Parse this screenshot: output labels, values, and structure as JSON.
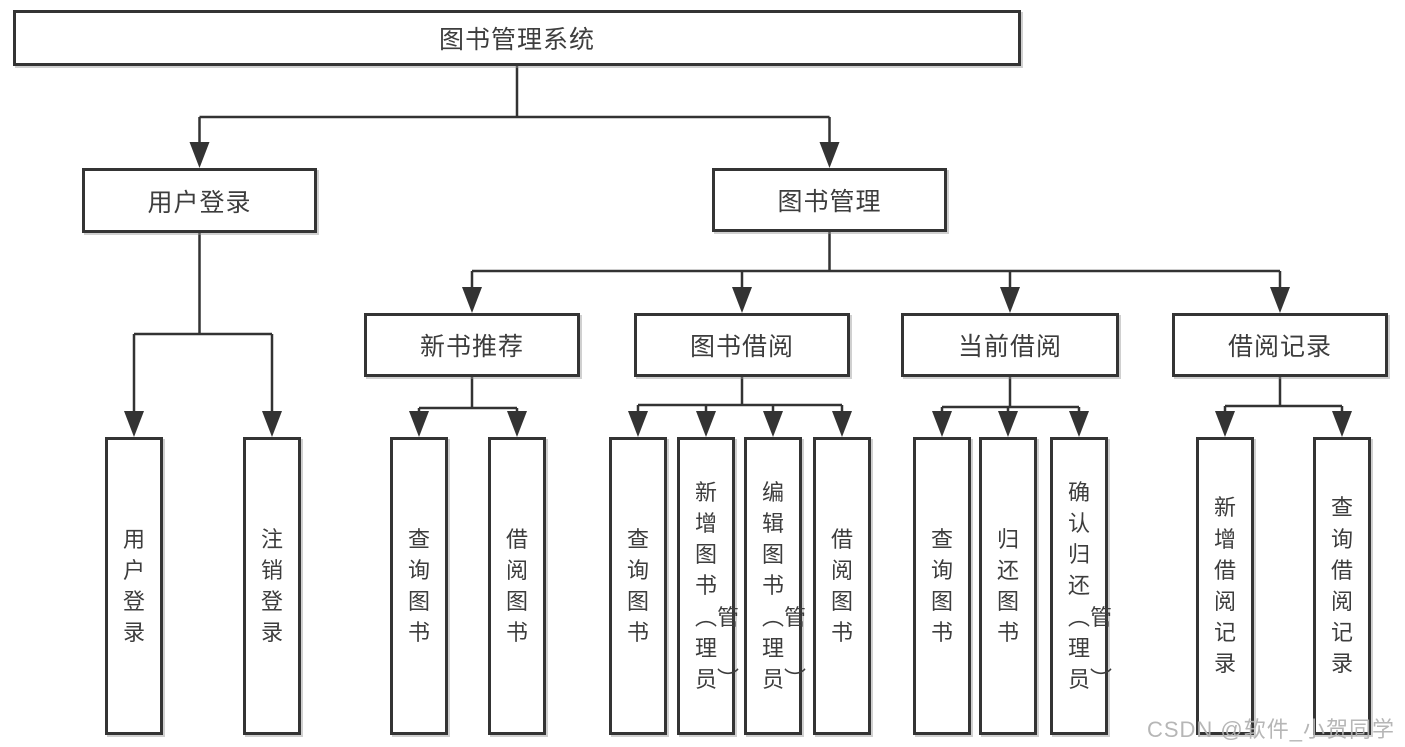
{
  "colors": {
    "line": "#333333",
    "box_border": "#343434",
    "text": "#3d3d3d",
    "background": "#ffffff",
    "watermark_text_color": "#b2b2b2"
  },
  "watermark": {
    "text": "CSDN @软件_小贺同学"
  },
  "diagram": {
    "root": {
      "label": "图书管理系统",
      "children": [
        {
          "label": "用户登录",
          "children": [
            {
              "label": "用户登录"
            },
            {
              "label": "注销登录"
            }
          ]
        },
        {
          "label": "图书管理",
          "children": [
            {
              "label": "新书推荐",
              "children": [
                {
                  "label": "查询图书"
                },
                {
                  "label": "借阅图书"
                }
              ]
            },
            {
              "label": "图书借阅",
              "children": [
                {
                  "label": "查询图书"
                },
                {
                  "label": "新增图书︵管理员︶"
                },
                {
                  "label": "编辑图书︵管理员︶"
                },
                {
                  "label": "借阅图书"
                }
              ]
            },
            {
              "label": "当前借阅",
              "children": [
                {
                  "label": "查询图书"
                },
                {
                  "label": "归还图书"
                },
                {
                  "label": "确认归还︵管理员︶"
                }
              ]
            },
            {
              "label": "借阅记录",
              "children": [
                {
                  "label": "新增借阅记录"
                },
                {
                  "label": "查询借阅记录"
                }
              ]
            }
          ]
        }
      ]
    }
  }
}
